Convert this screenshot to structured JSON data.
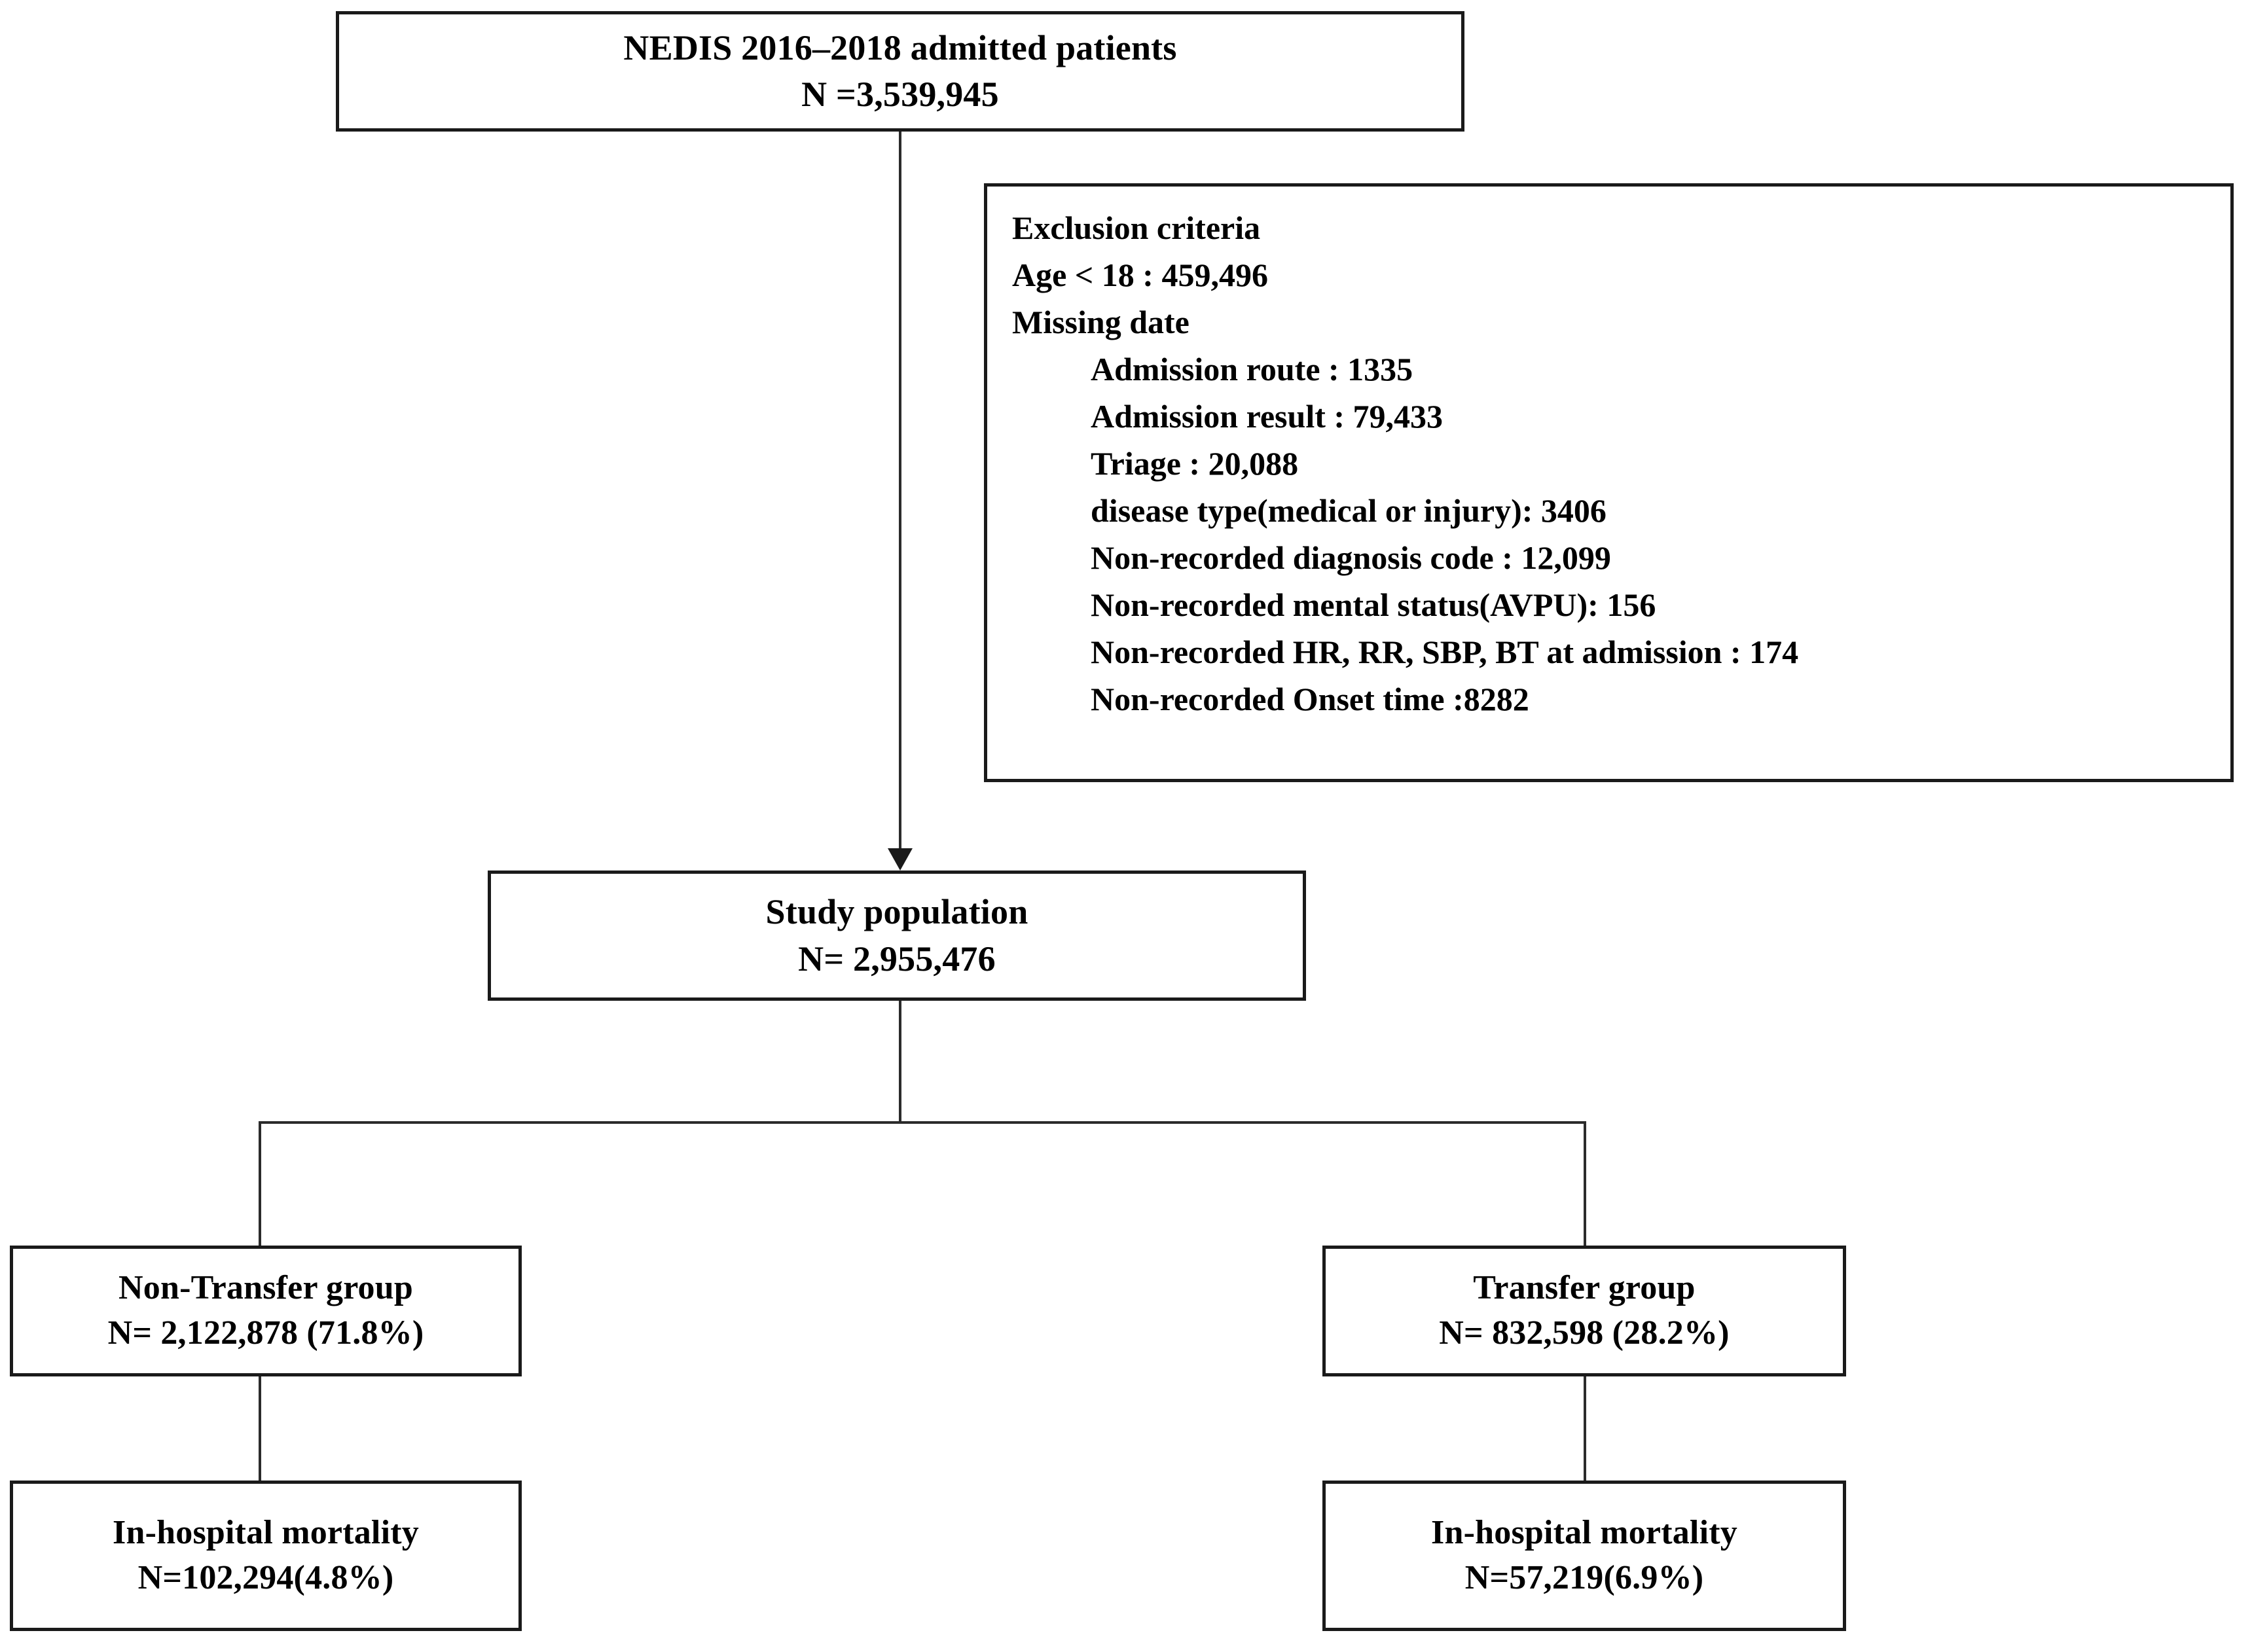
{
  "figure": {
    "type": "flowchart",
    "title": "Study population flow diagram"
  },
  "nodes": {
    "root": {
      "label": "NEDIS 2016–2018 admitted patients",
      "count": "N =3,539,945"
    },
    "study_population": {
      "label": "Study population",
      "count": "N= 2,955,476"
    },
    "non_transfer_group": {
      "label": "Non-Transfer group",
      "count": "N= 2,122,878  (71.8%)"
    },
    "transfer_group": {
      "label": "Transfer group",
      "count": "N= 832,598  (28.2%)"
    },
    "mortality_non_transfer": {
      "label": "In-hospital mortality",
      "count": "N=102,294(4.8%)"
    },
    "mortality_transfer": {
      "label": "In-hospital mortality",
      "count": "N=57,219(6.9%)"
    }
  },
  "exclusion": {
    "heading": "Exclusion criteria",
    "age_line": "Age < 18 : 459,496",
    "missing_heading": "Missing date",
    "items": [
      "Admission route : 1335",
      "Admission result : 79,433",
      "Triage : 20,088",
      "disease type(medical or injury): 3406",
      "Non-recorded diagnosis code :  12,099",
      "Non-recorded mental status(AVPU): 156",
      "Non-recorded HR, RR, SBP, BT at admission : 174",
      "Non-recorded Onset time :8282"
    ]
  },
  "colors": {
    "box_border": "#1a1a1a",
    "connector": "#2b2b2b",
    "background": "#ffffff",
    "text": "#000000"
  }
}
